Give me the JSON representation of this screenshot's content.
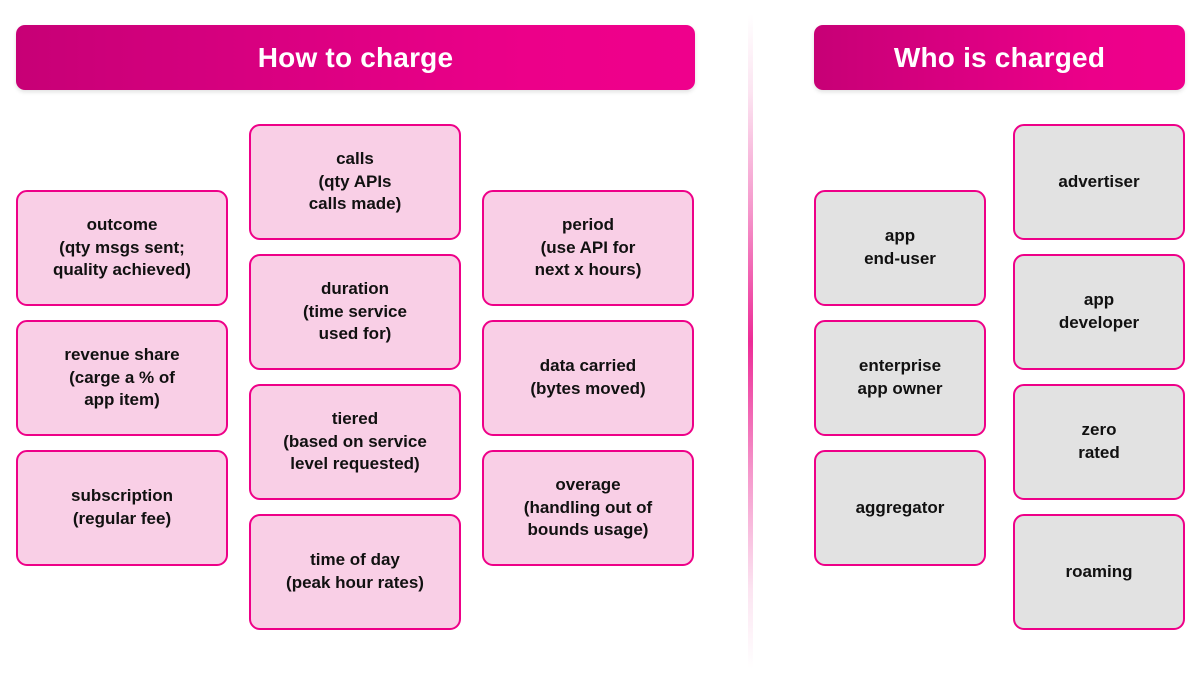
{
  "colors": {
    "brand_magenta": "#EE0088",
    "header_gradient_start": "#C70076",
    "header_gradient_end": "#EF008C",
    "card_pink_fill": "#F9CFE6",
    "card_grey_fill": "#E2E2E2",
    "card_border": "#EE0088",
    "text_dark": "#111111",
    "header_text": "#FFFFFF",
    "background": "#FFFFFF"
  },
  "panels": {
    "left": {
      "title": "How to charge",
      "columns": [
        {
          "cards": [
            {
              "label": "outcome\n(qty msgs sent;\nquality achieved)"
            },
            {
              "label": "revenue share\n(carge a % of\napp item)"
            },
            {
              "label": "subscription\n(regular fee)"
            }
          ]
        },
        {
          "cards": [
            {
              "label": "calls\n(qty APIs\ncalls made)"
            },
            {
              "label": "duration\n(time service\nused for)"
            },
            {
              "label": "tiered\n(based on service\nlevel requested)"
            },
            {
              "label": "time of day\n(peak hour rates)"
            }
          ]
        },
        {
          "cards": [
            {
              "label": "period\n(use API for\nnext x hours)"
            },
            {
              "label": "data carried\n(bytes moved)"
            },
            {
              "label": "overage\n(handling out of\nbounds usage)"
            }
          ]
        }
      ]
    },
    "right": {
      "title": "Who is charged",
      "columns": [
        {
          "cards": [
            {
              "label": "app\nend-user"
            },
            {
              "label": "enterprise\napp owner"
            },
            {
              "label": "aggregator"
            }
          ]
        },
        {
          "cards": [
            {
              "label": "advertiser"
            },
            {
              "label": "app\ndeveloper"
            },
            {
              "label": "zero\nrated"
            },
            {
              "label": "roaming"
            }
          ]
        }
      ]
    }
  }
}
